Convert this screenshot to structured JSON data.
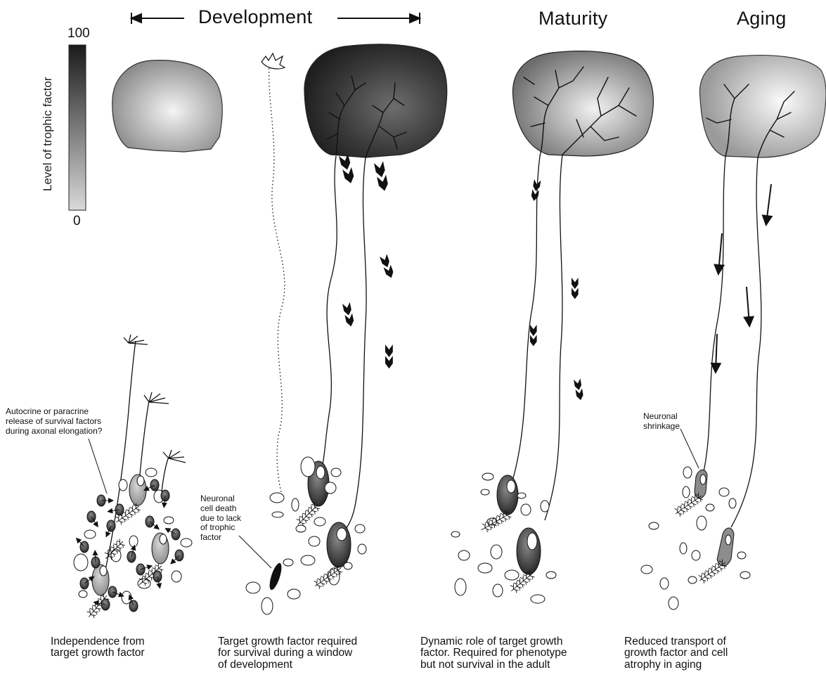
{
  "headers": {
    "development": "Development",
    "maturity": "Maturity",
    "aging": "Aging"
  },
  "scale": {
    "label": "Level of  trophic factor",
    "max": "100",
    "min": "0"
  },
  "annotations": {
    "autocrine": "Autocrine or paracrine\nrelease of survival factors\nduring axonal elongation?",
    "cell_death": "Neuronal\ncell death\ndue to lack\nof trophic\nfactor",
    "shrinkage": "Neuronal\nshrinkage"
  },
  "captions": {
    "panel1": "Independence from\ntarget growth factor",
    "panel2": "Target growth factor required\nfor survival during a window\nof development",
    "panel3": "Dynamic role of target growth\nfactor. Required for phenotype\nbut not survival in the adult",
    "panel4": "Reduced transport of\ngrowth factor and cell\natrophy in aging"
  },
  "colors": {
    "ink": "#111111",
    "target_low": "#e6e6e6",
    "target_high": "#262626"
  }
}
